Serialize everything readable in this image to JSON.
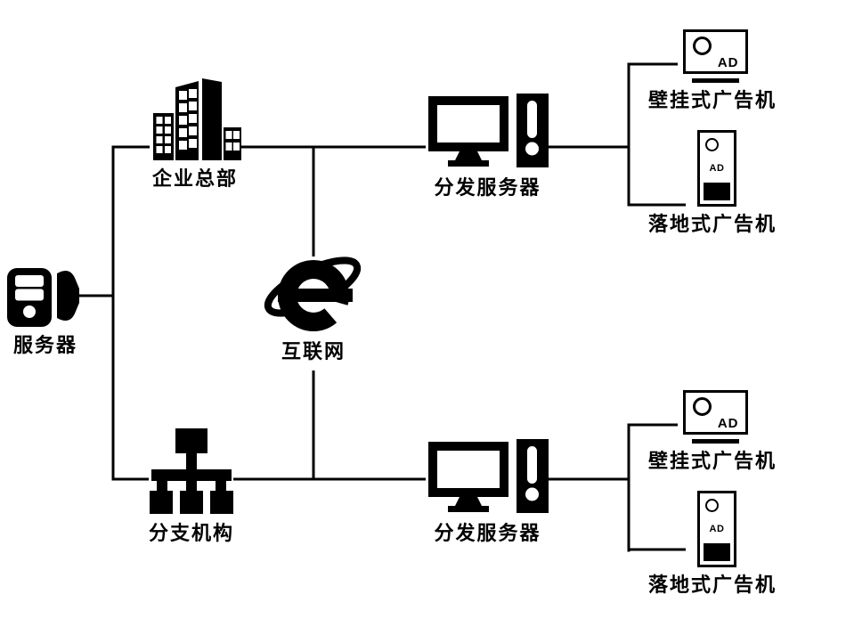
{
  "colors": {
    "ink": "#000000",
    "background": "#ffffff"
  },
  "nodes": {
    "server": {
      "label": "服务器",
      "icon": "tower-server"
    },
    "headquarters": {
      "label": "企业总部",
      "icon": "office-buildings"
    },
    "internet": {
      "label": "互联网",
      "icon": "internet-explorer-e"
    },
    "branch": {
      "label": "分支机构",
      "icon": "org-hierarchy"
    },
    "distribution_top": {
      "label": "分发服务器",
      "icon": "desktop-with-tower"
    },
    "distribution_bottom": {
      "label": "分发服务器",
      "icon": "desktop-with-tower"
    },
    "wall_ad_top": {
      "label": "壁挂式广告机",
      "screen_text": "AD",
      "icon": "wall-display"
    },
    "floor_ad_top": {
      "label": "落地式广告机",
      "screen_text": "AD",
      "icon": "kiosk-display"
    },
    "wall_ad_bottom": {
      "label": "壁挂式广告机",
      "screen_text": "AD",
      "icon": "wall-display"
    },
    "floor_ad_bottom": {
      "label": "落地式广告机",
      "screen_text": "AD",
      "icon": "kiosk-display"
    }
  },
  "links": [
    {
      "from": "服务器",
      "to": "企业总部"
    },
    {
      "from": "服务器",
      "to": "分支机构"
    },
    {
      "from": "企业总部",
      "to": "互联网"
    },
    {
      "from": "分支机构",
      "to": "互联网"
    },
    {
      "from": "企业总部",
      "to": "分发服务器(上)"
    },
    {
      "from": "分支机构",
      "to": "分发服务器(下)"
    },
    {
      "from": "分发服务器(上)",
      "to": "壁挂式广告机(上)"
    },
    {
      "from": "分发服务器(上)",
      "to": "落地式广告机(上)"
    },
    {
      "from": "分发服务器(下)",
      "to": "壁挂式广告机(下)"
    },
    {
      "from": "分发服务器(下)",
      "to": "落地式广告机(下)"
    }
  ]
}
